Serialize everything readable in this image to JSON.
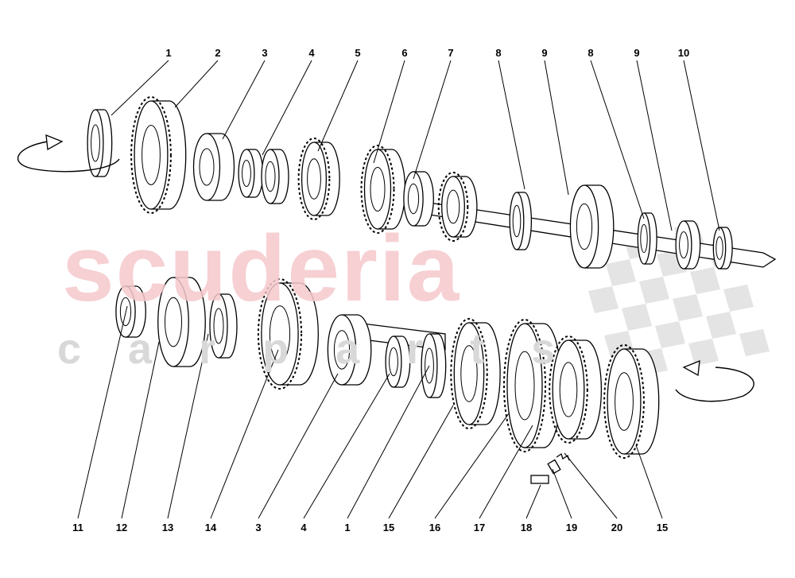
{
  "watermark": {
    "brand": "scuderia",
    "sub": "c a r p a r t s"
  },
  "callouts_top": [
    "1",
    "2",
    "3",
    "4",
    "5",
    "6",
    "7",
    "8",
    "9",
    "8",
    "9",
    "10"
  ],
  "callouts_bottom": [
    "11",
    "12",
    "13",
    "14",
    "3",
    "4",
    "1",
    "15",
    "16",
    "17",
    "18",
    "19",
    "20",
    "15"
  ],
  "colors": {
    "line": "#000000",
    "watermark_red": "#f5c8cc",
    "watermark_grey": "#e0e0e0"
  }
}
